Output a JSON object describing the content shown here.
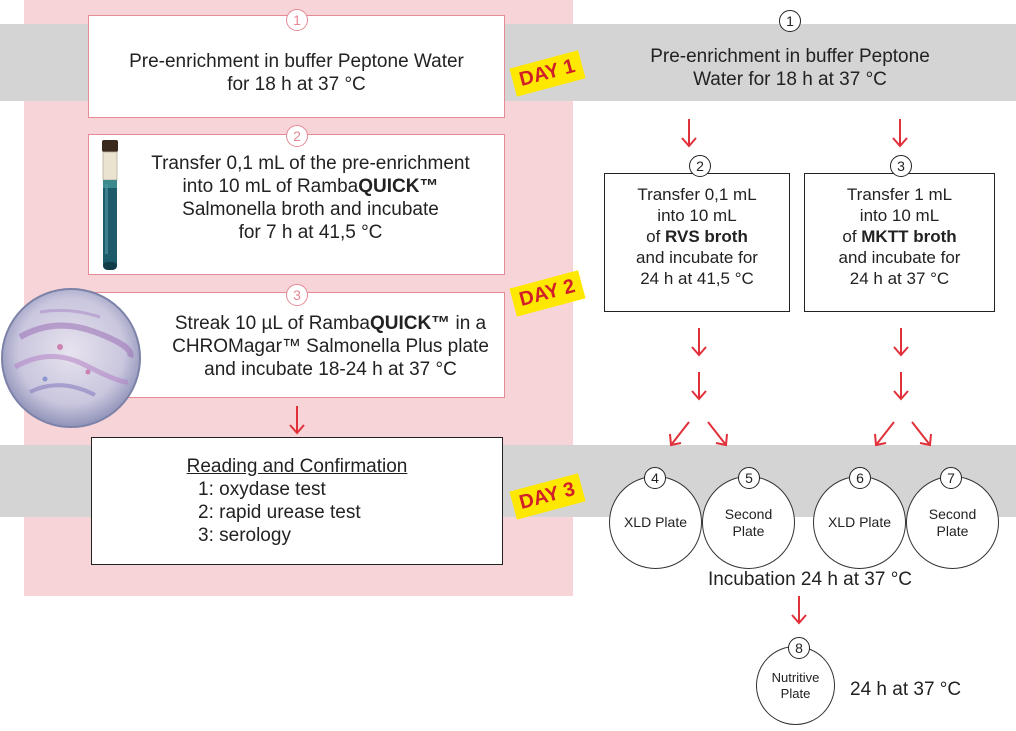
{
  "left": {
    "step1": {
      "num": "1",
      "line1": "Pre-enrichment in buffer Peptone Water",
      "line2": "for 18 h at 37 °C"
    },
    "step2": {
      "num": "2",
      "line1": "Transfer 0,1 mL of the pre-enrichment",
      "line2a": "into 10 mL of Ramba",
      "line2b": "QUICK™",
      "line3": "Salmonella broth and incubate",
      "line4": "for 7 h at 41,5 °C"
    },
    "step3": {
      "num": "3",
      "line1a": "Streak 10 µL of Ramba",
      "line1b": "QUICK™",
      "line1c": " in a",
      "line2": "CHROMagar™ Salmonella Plus plate",
      "line3": "and incubate 18-24 h at 37 °C"
    },
    "reading": {
      "title": "Reading and Confirmation",
      "items": [
        "1: oxydase test",
        "2: rapid urease test",
        "3: serology"
      ]
    }
  },
  "days": [
    "DAY 1",
    "DAY 2",
    "DAY 3"
  ],
  "right": {
    "step1": {
      "num": "1",
      "line1": "Pre-enrichment in buffer Peptone",
      "line2": "Water for 18 h at 37 °C"
    },
    "step2": {
      "num": "2",
      "lines": [
        "Transfer 0,1 mL",
        "into 10 mL"
      ],
      "of": "of ",
      "bold": "RVS broth",
      "lines2": [
        "and incubate for",
        "24 h at 41,5 °C"
      ]
    },
    "step3": {
      "num": "3",
      "lines": [
        "Transfer 1 mL",
        "into 10 mL"
      ],
      "of": "of ",
      "bold": "MKTT broth",
      "lines2": [
        "and incubate for",
        "24 h at 37 °C"
      ]
    },
    "plates": [
      {
        "num": "4",
        "line1": "XLD Plate",
        "line2": ""
      },
      {
        "num": "5",
        "line1": "Second",
        "line2": "Plate"
      },
      {
        "num": "6",
        "line1": "XLD Plate",
        "line2": ""
      },
      {
        "num": "7",
        "line1": "Second",
        "line2": "Plate"
      }
    ],
    "incubation": "Incubation 24 h at 37 °C",
    "nutritive": {
      "num": "8",
      "line1": "Nutritive",
      "line2": "Plate",
      "caption": "24 h at 37 °C"
    }
  },
  "colors": {
    "pink_panel": "#f7d4d8",
    "gray_band": "#d4d4d4",
    "arrow": "#e0303a",
    "day_bg": "#ffe800",
    "day_text": "#d11f2a",
    "pink_border": "#e68a96"
  },
  "icons": [
    "test-tube-image",
    "petri-dish-image",
    "arrow-down-icon",
    "arrow-diagonal-icon"
  ]
}
